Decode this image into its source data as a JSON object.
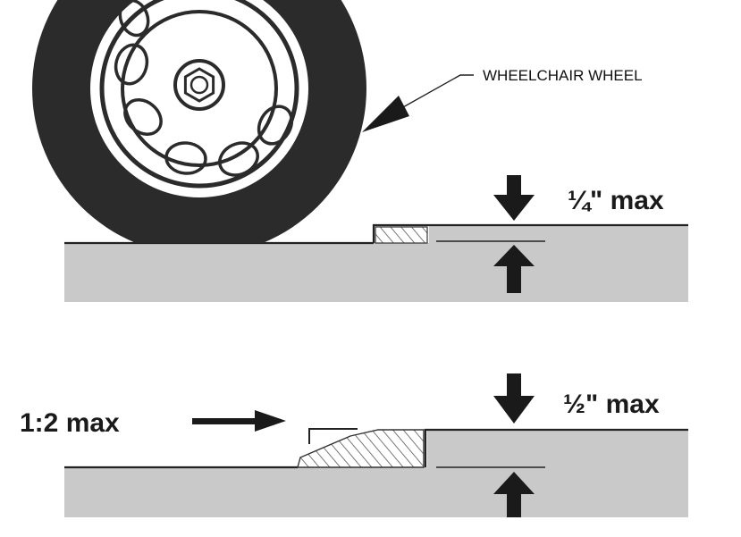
{
  "wheel_label": "WHEELCHAIR WHEEL",
  "top_detail": {
    "dimension_label": "¼\" max"
  },
  "bottom_detail": {
    "slope_label": "1:2 max",
    "dimension_label": "½\" max"
  },
  "colors": {
    "ground": "#c8c8c8",
    "ink": "#222222",
    "tire": "#2b2b2b",
    "hatch": "#555555"
  }
}
